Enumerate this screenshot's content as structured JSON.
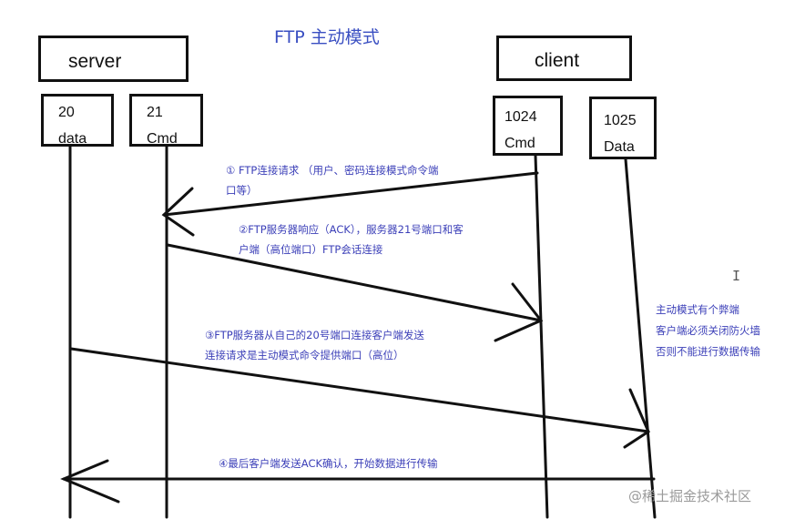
{
  "title": "FTP 主动模式",
  "server": {
    "label": "server",
    "ports": [
      {
        "number": "20",
        "name": "data"
      },
      {
        "number": "21",
        "name": "Cmd"
      }
    ]
  },
  "client": {
    "label": "client",
    "ports": [
      {
        "number": "1024",
        "name": "Cmd"
      },
      {
        "number": "1025",
        "name": "Data"
      }
    ]
  },
  "steps": [
    {
      "line1": "① FTP连接请求 （用户、密码连接模式命令端",
      "line2": "口等）"
    },
    {
      "line1": "②FTP服务器响应（ACK），服务器21号端口和客",
      "line2": "户端（高位端口）FTP会话连接"
    },
    {
      "line1": "③FTP服务器从自己的20号端口连接客户端发送",
      "line2": "连接请求是主动模式命令提供端口（高位）"
    },
    {
      "line1": "④最后客户端发送ACK确认，开始数据进行传输",
      "line2": ""
    }
  ],
  "side_note": {
    "lines": [
      "主动模式有个弊端",
      "客户端必须关闭防火墙",
      "否则不能进行数据传输"
    ]
  },
  "cursor_glyph": "I",
  "watermark": "@稀土掘金技术社区",
  "colors": {
    "annotation": "#3b3fb8",
    "title": "#3a4fc2",
    "lines": "#111111"
  }
}
